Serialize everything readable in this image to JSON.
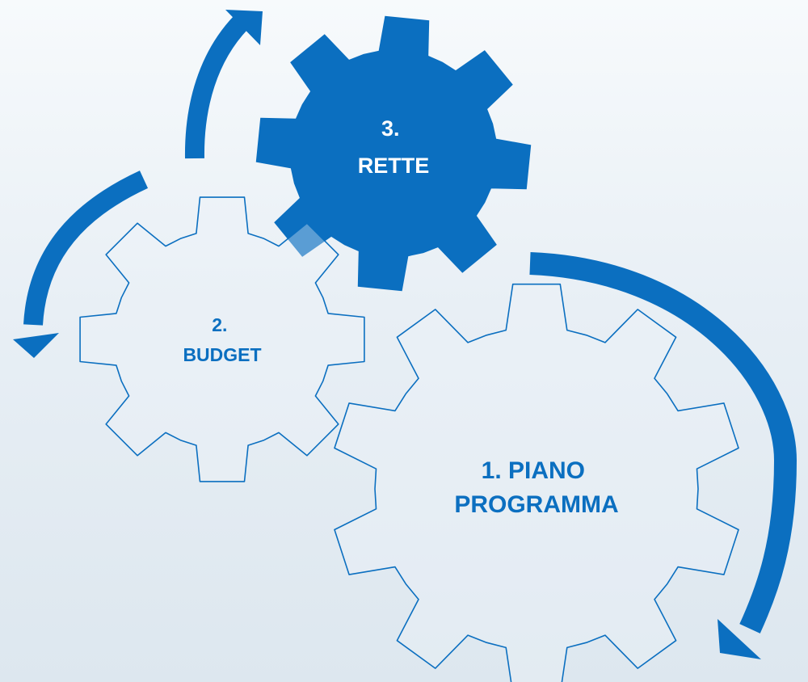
{
  "colors": {
    "accent": "#0b6fc0",
    "gear_fill_light": "#eef3f8",
    "label_on_dark": "#ffffff"
  },
  "gears": [
    {
      "id": "rette",
      "line1": "3.",
      "line2": "RETTE",
      "style": "filled"
    },
    {
      "id": "budget",
      "line1": "2.",
      "line2": "BUDGET",
      "style": "outline"
    },
    {
      "id": "piano",
      "line1": "1. PIANO",
      "line2": "PROGRAMMA",
      "style": "outline"
    }
  ]
}
